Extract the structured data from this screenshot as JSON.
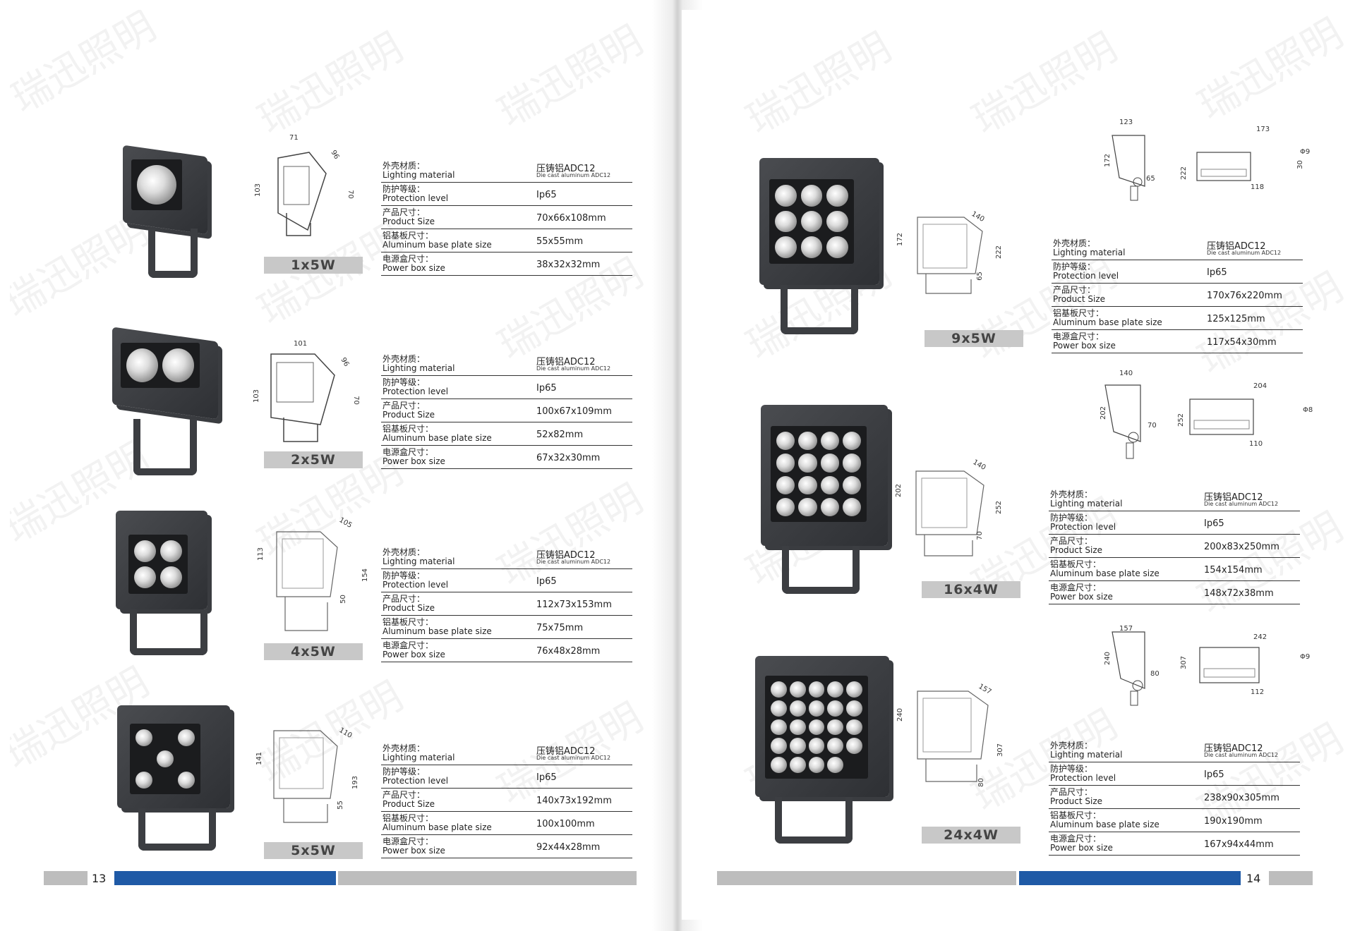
{
  "watermark_text": "瑞迅照明",
  "spec_labels": {
    "material_zh": "外壳材质：",
    "material_en": "Lighting material",
    "protection_zh": "防护等级：",
    "protection_en": "Protection level",
    "size_zh": "产品尺寸：",
    "size_en": "Product Size",
    "plate_zh": "铝基板尺寸：",
    "plate_en": "Aluminum base plate size",
    "box_zh": "电源盒尺寸：",
    "box_en": "Power box size"
  },
  "products": [
    {
      "name": "1x5W",
      "material": "压铸铝ADC12",
      "material_sub": "Die cast aluminum ADC12",
      "protection": "Ip65",
      "size": "70x66x108mm",
      "plate": "55x55mm",
      "box": "38x32x32mm",
      "dims": [
        "71",
        "96",
        "103",
        "70"
      ],
      "leds": 1
    },
    {
      "name": "2x5W",
      "material": "压铸铝ADC12",
      "material_sub": "Die cast aluminum ADC12",
      "protection": "Ip65",
      "size": "100x67x109mm",
      "plate": "52x82mm",
      "box": "67x32x30mm",
      "dims": [
        "101",
        "96",
        "103",
        "70"
      ],
      "leds": 2
    },
    {
      "name": "4x5W",
      "material": "压铸铝ADC12",
      "material_sub": "Die cast aluminum ADC12",
      "protection": "Ip65",
      "size": "112x73x153mm",
      "plate": "75x75mm",
      "box": "76x48x28mm",
      "dims": [
        "105",
        "113",
        "154",
        "50"
      ],
      "leds": 4
    },
    {
      "name": "5x5W",
      "material": "压铸铝ADC12",
      "material_sub": "Die cast aluminum ADC12",
      "protection": "Ip65",
      "size": "140x73x192mm",
      "plate": "100x100mm",
      "box": "92x44x28mm",
      "dims": [
        "110",
        "141",
        "193",
        "55"
      ],
      "leds": 5
    },
    {
      "name": "9x5W",
      "material": "压铸铝ADC12",
      "material_sub": "Die cast aluminum ADC12",
      "protection": "Ip65",
      "size": "170x76x220mm",
      "plate": "125x125mm",
      "box": "117x54x30mm",
      "dims": [
        "140",
        "172",
        "222",
        "65"
      ],
      "side_dims": [
        "123",
        "172",
        "65",
        "222",
        "173",
        "30",
        "118",
        "Φ9"
      ],
      "leds": 9
    },
    {
      "name": "16x4W",
      "material": "压铸铝ADC12",
      "material_sub": "Die cast aluminum ADC12",
      "protection": "Ip65",
      "size": "200x83x250mm",
      "plate": "154x154mm",
      "box": "148x72x38mm",
      "dims": [
        "140",
        "202",
        "252",
        "70"
      ],
      "side_dims": [
        "140",
        "202",
        "70",
        "252",
        "204",
        "110",
        "Φ8"
      ],
      "leds": 16
    },
    {
      "name": "24x4W",
      "material": "压铸铝ADC12",
      "material_sub": "Die cast aluminum ADC12",
      "protection": "Ip65",
      "size": "238x90x305mm",
      "plate": "190x190mm",
      "box": "167x94x44mm",
      "dims": [
        "157",
        "240",
        "307",
        "80"
      ],
      "side_dims": [
        "157",
        "240",
        "80",
        "307",
        "242",
        "112",
        "Φ9"
      ],
      "leds": 24
    }
  ],
  "page_numbers": {
    "left": "13",
    "right": "14"
  },
  "colors": {
    "accent_blue": "#1f5aa6",
    "bar_gray": "#bdbdbd",
    "label_gray": "#c8c8c8"
  }
}
